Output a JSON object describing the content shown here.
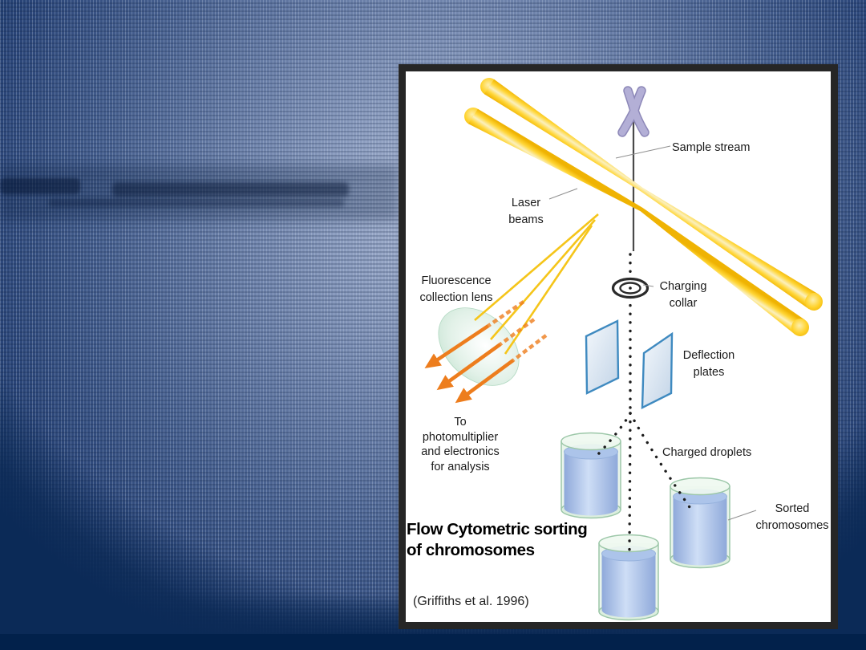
{
  "slide": {
    "type": "presentation-slide",
    "background_accent": "#0B2A57"
  },
  "figure": {
    "labels": {
      "sample_stream": "Sample stream",
      "laser_beams": [
        "Laser",
        "beams"
      ],
      "fluorescence_lens": [
        "Fluorescence",
        "collection lens"
      ],
      "charging_collar": [
        "Charging",
        "collar"
      ],
      "deflection_plates": [
        "Deflection",
        "plates"
      ],
      "photomultiplier": [
        "To",
        "photomultiplier",
        "and electronics",
        "for analysis"
      ],
      "charged_droplets": "Charged droplets",
      "sorted_chromosomes": [
        "Sorted",
        "chromosomes"
      ]
    },
    "title": [
      "Flow Cytometric sorting",
      "of chromosomes"
    ],
    "citation": "(Griffiths et al. 1996)",
    "colors": {
      "laser_beam": "#F5C51A",
      "laser_beam_edge": "#EFB303",
      "fluorescence_arrow": "#ED7D1D",
      "lens_glass": "#C5E3D3",
      "chromosome": "#B3AFD6",
      "chromosome_outline": "#8D88B8",
      "plate_border": "#3F8AC0",
      "droplet_dots": "#1C1C1C",
      "beaker_glass_line": "#9CC7A8",
      "beaker_liquid": "#ACC4EA",
      "label_text": "#1A1A1A"
    }
  }
}
